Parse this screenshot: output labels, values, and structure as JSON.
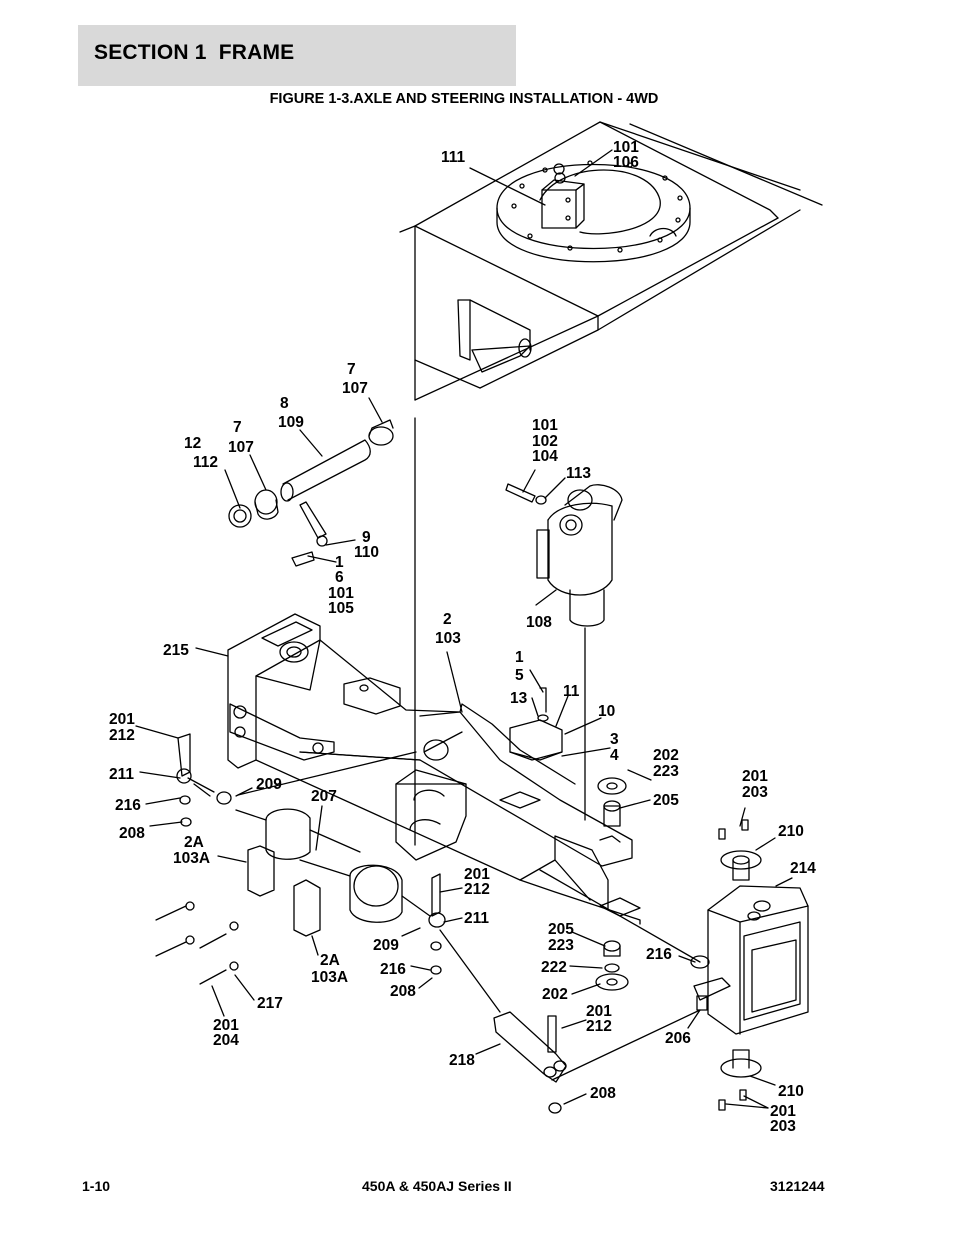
{
  "header": {
    "section_title": "SECTION 1  FRAME"
  },
  "figure": {
    "title": "FIGURE 1-3.AXLE AND STEERING INSTALLATION - 4WD"
  },
  "callouts": {
    "c111": "111",
    "c101_106": [
      "101",
      "106"
    ],
    "c7_107_top": [
      "7",
      "107"
    ],
    "c8_109": [
      "8",
      "109"
    ],
    "c7_107": [
      "7",
      "107"
    ],
    "c12_112": [
      "12",
      "112"
    ],
    "c9_110": [
      "9",
      "110"
    ],
    "c1_6_101_105": [
      "1",
      "6",
      "101",
      "105"
    ],
    "c101_102_104": [
      "101",
      "102",
      "104"
    ],
    "c113": "113",
    "c108": "108",
    "c2_103": [
      "2",
      "103"
    ],
    "c1_5": [
      "1",
      "5"
    ],
    "c13": "13",
    "c11": "11",
    "c10": "10",
    "c3_4": [
      "3",
      "4"
    ],
    "c215": "215",
    "c201_212_left": [
      "201",
      "212"
    ],
    "c211_left": "211",
    "c209_left": "209",
    "c216_left": "216",
    "c208_left": "208",
    "c207": "207",
    "c202_223": [
      "202",
      "223"
    ],
    "c205_right": "205",
    "c201_203_top": [
      "201",
      "203"
    ],
    "c210_top": "210",
    "c214": "214",
    "c2A_103A_left": [
      "2A",
      "103A"
    ],
    "c201_212_mid": [
      "201",
      "212"
    ],
    "c211_mid": "211",
    "c209_mid": "209",
    "c216_mid": "216",
    "c208_mid": "208",
    "c2A_103A_mid": [
      "2A",
      "103A"
    ],
    "c217": "217",
    "c201_204": [
      "201",
      "204"
    ],
    "c205_223": [
      "205",
      "223"
    ],
    "c222": "222",
    "c202": "202",
    "c216_right": "216",
    "c206": "206",
    "c201_212_low": [
      "201",
      "212"
    ],
    "c218": "218",
    "c208_low": "208",
    "c210_low": "210",
    "c201_203_low": [
      "201",
      "203"
    ]
  },
  "footer": {
    "page_number": "1-10",
    "product": "450A & 450AJ Series II",
    "part_number": "3121244"
  }
}
